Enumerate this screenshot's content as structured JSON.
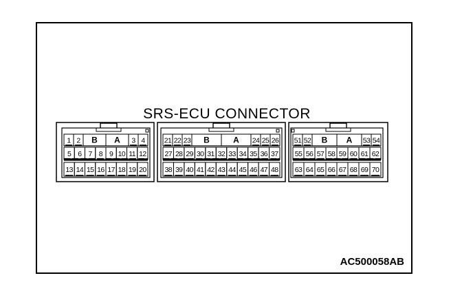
{
  "diagram": {
    "title": "SRS-ECU CONNECTOR",
    "code": "AC500058AB",
    "colors": {
      "line": "#000000",
      "background": "#ffffff"
    },
    "connectors": [
      {
        "id": "left",
        "rows": [
          [
            "1",
            "2",
            "B",
            "A",
            "3",
            "4"
          ],
          [
            "5",
            "6",
            "7",
            "8",
            "9",
            "10",
            "11",
            "12"
          ],
          [
            "13",
            "14",
            "15",
            "16",
            "17",
            "18",
            "19",
            "20"
          ]
        ]
      },
      {
        "id": "middle",
        "rows": [
          [
            "21",
            "22",
            "23",
            "B",
            "A",
            "24",
            "25",
            "26"
          ],
          [
            "27",
            "28",
            "29",
            "30",
            "31",
            "32",
            "33",
            "34",
            "35",
            "36",
            "37"
          ],
          [
            "38",
            "39",
            "40",
            "41",
            "42",
            "43",
            "44",
            "45",
            "46",
            "47",
            "48"
          ]
        ]
      },
      {
        "id": "right",
        "rows": [
          [
            "51",
            "52",
            "B",
            "A",
            "53",
            "54"
          ],
          [
            "55",
            "56",
            "57",
            "58",
            "59",
            "60",
            "61",
            "62"
          ],
          [
            "63",
            "64",
            "65",
            "66",
            "67",
            "68",
            "69",
            "70"
          ]
        ]
      }
    ]
  }
}
